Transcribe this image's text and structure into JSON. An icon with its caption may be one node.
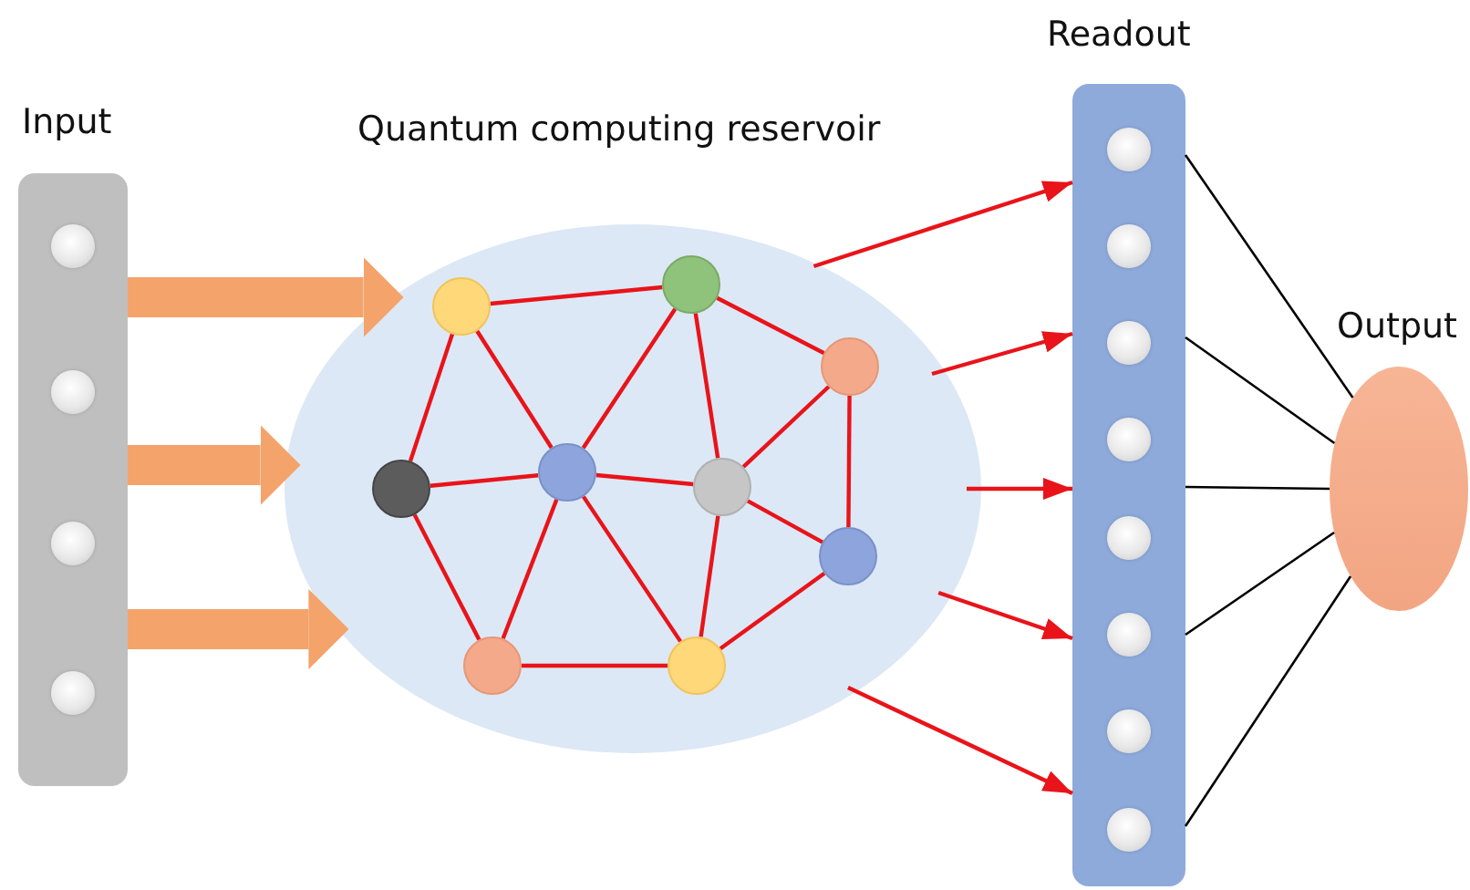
{
  "diagram": {
    "nodes": [
      {
        "text": [
          "Input"
        ]
      },
      {
        "text": [],
        "shape": "circle",
        "in": 0
      },
      {
        "text": [],
        "shape": "circle",
        "in": 0
      },
      {
        "text": [],
        "shape": "circle",
        "in": 0
      },
      {
        "text": [],
        "shape": "circle",
        "in": 0
      },
      {
        "text": [
          "Quantum computing reservoir"
        ]
      },
      {
        "text": [],
        "shape": "circle",
        "in": 5
      },
      {
        "text": [],
        "shape": "circle",
        "in": 5
      },
      {
        "text": [],
        "shape": "circle",
        "in": 5
      },
      {
        "text": [],
        "shape": "circle",
        "in": 5
      },
      {
        "text": [],
        "shape": "circle",
        "in": 5
      },
      {
        "text": [],
        "shape": "circle",
        "in": 5
      },
      {
        "text": [],
        "shape": "circle",
        "in": 5
      },
      {
        "text": [],
        "shape": "circle",
        "in": 5
      },
      {
        "text": [],
        "shape": "circle",
        "in": 5
      },
      {
        "text": [
          "Readout"
        ]
      },
      {
        "text": [],
        "shape": "circle",
        "in": 15
      },
      {
        "text": [],
        "shape": "circle",
        "in": 15
      },
      {
        "text": [],
        "shape": "circle",
        "in": 15
      },
      {
        "text": [],
        "shape": "circle",
        "in": 15
      },
      {
        "text": [],
        "shape": "circle",
        "in": 15
      },
      {
        "text": [],
        "shape": "circle",
        "in": 15
      },
      {
        "text": [],
        "shape": "circle",
        "in": 15
      },
      {
        "text": [],
        "shape": "circle",
        "in": 15
      },
      {
        "text": [
          "Output"
        ]
      }
    ],
    "edges": [
      {
        "from": 0,
        "to": 5,
        "arrow": "to",
        "style": "thick",
        "color": "#f4a36b"
      },
      {
        "from": 0,
        "to": 5,
        "arrow": "to",
        "style": "thick",
        "color": "#f4a36b"
      },
      {
        "from": 0,
        "to": 5,
        "arrow": "to",
        "style": "thick",
        "color": "#f4a36b"
      },
      {
        "from": 6,
        "to": 7,
        "arrow": "none"
      },
      {
        "from": 6,
        "to": 9,
        "arrow": "none"
      },
      {
        "from": 6,
        "to": 10,
        "arrow": "none"
      },
      {
        "from": 7,
        "to": 10,
        "arrow": "none"
      },
      {
        "from": 7,
        "to": 11,
        "arrow": "none"
      },
      {
        "from": 7,
        "to": 8,
        "arrow": "none"
      },
      {
        "from": 8,
        "to": 11,
        "arrow": "none"
      },
      {
        "from": 8,
        "to": 12,
        "arrow": "none"
      },
      {
        "from": 9,
        "to": 10,
        "arrow": "none"
      },
      {
        "from": 9,
        "to": 13,
        "arrow": "none"
      },
      {
        "from": 10,
        "to": 11,
        "arrow": "none"
      },
      {
        "from": 10,
        "to": 13,
        "arrow": "none"
      },
      {
        "from": 10,
        "to": 14,
        "arrow": "none"
      },
      {
        "from": 11,
        "to": 14,
        "arrow": "none"
      },
      {
        "from": 11,
        "to": 12,
        "arrow": "none"
      },
      {
        "from": 12,
        "to": 14,
        "arrow": "none"
      },
      {
        "from": 13,
        "to": 14,
        "arrow": "none"
      },
      {
        "from": 5,
        "to": 15,
        "arrow": "to"
      },
      {
        "from": 5,
        "to": 15,
        "arrow": "to"
      },
      {
        "from": 5,
        "to": 15,
        "arrow": "to"
      },
      {
        "from": 5,
        "to": 15,
        "arrow": "to"
      },
      {
        "from": 5,
        "to": 15,
        "arrow": "to"
      },
      {
        "from": 15,
        "to": 24,
        "arrow": "none",
        "color": "#000000"
      },
      {
        "from": 15,
        "to": 24,
        "arrow": "none",
        "color": "#000000"
      },
      {
        "from": 15,
        "to": 24,
        "arrow": "none",
        "color": "#000000"
      },
      {
        "from": 15,
        "to": 24,
        "arrow": "none",
        "color": "#000000"
      },
      {
        "from": 15,
        "to": 24,
        "arrow": "none",
        "color": "#000000"
      }
    ]
  }
}
